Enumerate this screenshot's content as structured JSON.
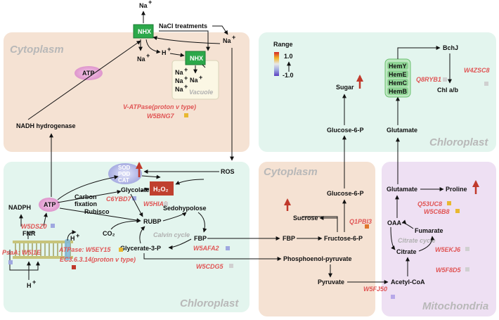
{
  "regions": {
    "cytoplasm_top": "Cytoplasm",
    "chloroplast_right": "Chloroplast",
    "chloroplast_left": "Chloroplast",
    "cytoplasm_mid": "Cytoplasm",
    "mitochondria": "Mitochondria",
    "vacuole": "Vacuole"
  },
  "labels": {
    "na_top": "Na",
    "na_plus": "+",
    "nhx1": "NHX",
    "nhx2": "NHX",
    "nacl": "NaCl treatments",
    "na_right": "Na",
    "h_plus": "H",
    "na_small": "Na",
    "atp_top": "ATP",
    "na_v1": "Na",
    "na_v2": "Na",
    "na_v3": "Na",
    "na_v4": "Na",
    "nadh": "NADH hydrogenase",
    "ros": "ROS",
    "sod": "SOD",
    "pod": "POD",
    "cat": "CAT",
    "h2o2": "H₂O₂",
    "glycolate": "Glycolate",
    "sedo": "Sedohypolose",
    "carbon": "Carbon",
    "fixation": "fixation",
    "rubisco": "Rubisco",
    "rubp": "RUBP",
    "calvin": "Calvin cycle",
    "co2": "CO₂",
    "nadph": "NADPH",
    "atp_left": "ATP",
    "fnr": "FNR",
    "h_left": "H",
    "h_bottom": "H",
    "glycerate": "Glycerate-3-P",
    "fbp_left": "FBP",
    "fbp_mid": "FBP",
    "fructose": "Fructose-6-P",
    "sucrose": "Sucrose",
    "glucose_mid": "Glucose-6-P",
    "glucose_top": "Glucose-6-P",
    "sugar": "Sugar",
    "pep": "Phosphoenol-pyruvate",
    "pyruvate": "Pyruvate",
    "acetyl": "Acetyl-CoA",
    "citrate": "Citrate",
    "citrate_cycle": "Citrate cycle",
    "fumarate": "Fumarate",
    "oaa": "OAA",
    "glutamate_mito": "Glutamate",
    "proline": "Proline",
    "glutamate_chl": "Glutamate",
    "bchj": "BchJ",
    "chl": "Chl a/b",
    "hem": [
      "HemY",
      "HemE",
      "HemC",
      "HemB"
    ],
    "range_title": "Range",
    "range_max": "1.0",
    "range_min": "-1.0"
  },
  "genes": {
    "vatpase": "V-ATPase(proton v type)",
    "w5bng7": "W5BNG7",
    "c6ybd7": "C6YBD7",
    "w5hia9": "W5HIA9",
    "w5dsz0": "W5DSZ0",
    "psaa": "PsaA: W5I1E",
    "atpase": "ATPase: W5EY15",
    "ec3": "EC3.6.3.14(proton v type)",
    "w5afa2": "W5AFA2",
    "w5cdg5": "W5CDG5",
    "q1pbi3": "Q1PBI3",
    "w5fj50": "W5FJ50",
    "w5f8d5": "W5F8D5",
    "w5ekj6": "W5EKJ6",
    "w5c6b8": "W5C6B8",
    "q53uc8": "Q53UC8",
    "q8ryb1": "Q8RYB1",
    "w4zsc8": "W4ZSC8"
  },
  "colors": {
    "cytoplasm_fill": "#f5e2d3",
    "chloroplast_fill": "#e3f5ee",
    "mito_fill": "#eee0f3",
    "nhx_green": "#2ca84a",
    "h2o2_red": "#c0402f",
    "gene_red": "#e05555",
    "up_arrow": "#c0392b",
    "atp_pink": "#e8a6d6"
  }
}
